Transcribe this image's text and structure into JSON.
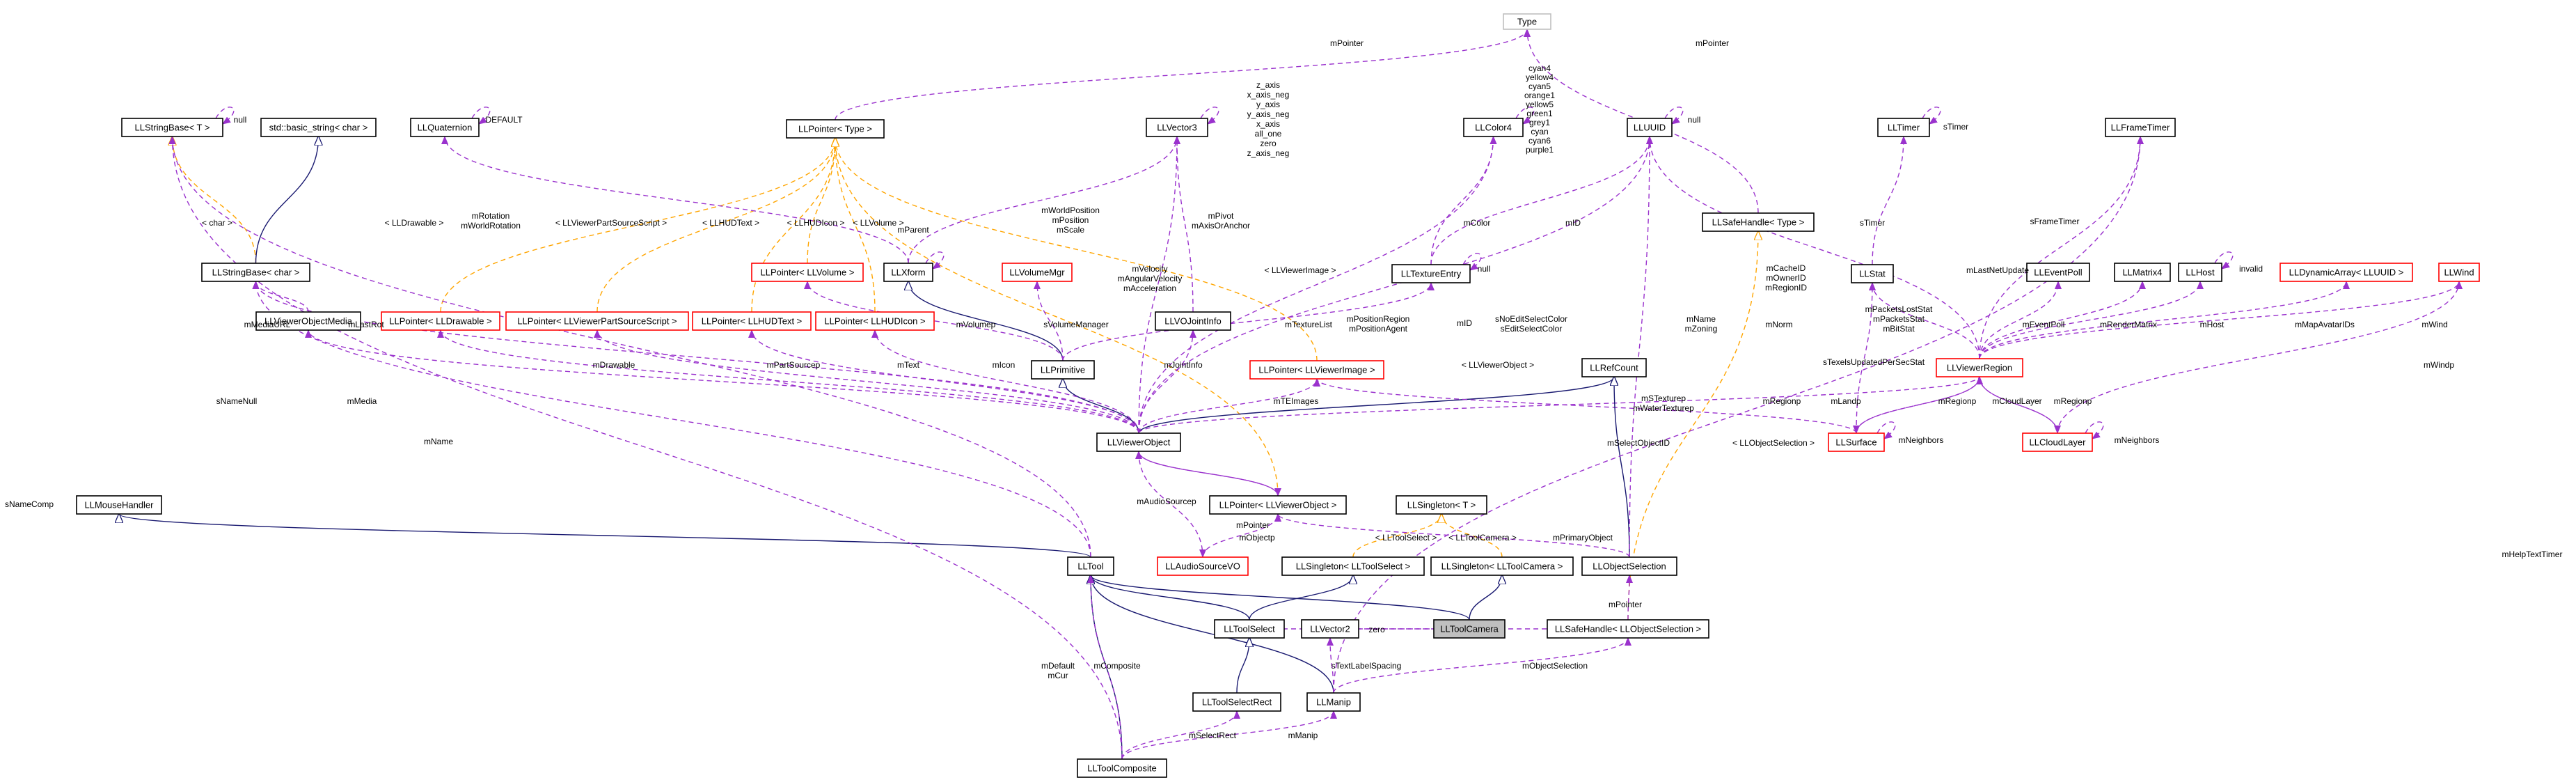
{
  "colors": {
    "usage": "#9a32cd",
    "inherit": "#191970",
    "template": "#ffa500",
    "node_border": "#000000",
    "node_border_red": "#ff0000",
    "focus_fill": "#bfbfbf",
    "node_fill": "#ffffff"
  },
  "nodes": [
    {
      "id": "Type",
      "label": "Type",
      "border": "gray"
    },
    {
      "id": "LLStringBaseT",
      "label": "LLStringBase< T >",
      "border": "black"
    },
    {
      "id": "basic_string",
      "label": "std::basic_string< char >",
      "border": "black"
    },
    {
      "id": "LLQuaternion",
      "label": "LLQuaternion",
      "border": "black"
    },
    {
      "id": "LLPointerType",
      "label": "LLPointer< Type >",
      "border": "black"
    },
    {
      "id": "LLVector3",
      "label": "LLVector3",
      "border": "black"
    },
    {
      "id": "LLColor4",
      "label": "LLColor4",
      "border": "black"
    },
    {
      "id": "LLUUID",
      "label": "LLUUID",
      "border": "black"
    },
    {
      "id": "LLTimer",
      "label": "LLTimer",
      "border": "black"
    },
    {
      "id": "LLFrameTimer",
      "label": "LLFrameTimer",
      "border": "black"
    },
    {
      "id": "LLSafeHandleType",
      "label": "LLSafeHandle< Type >",
      "border": "black"
    },
    {
      "id": "LLStringBaseChar",
      "label": "LLStringBase< char >",
      "border": "black"
    },
    {
      "id": "LLPointerLLVolume",
      "label": "LLPointer< LLVolume >",
      "border": "red"
    },
    {
      "id": "LLXform",
      "label": "LLXform",
      "border": "black"
    },
    {
      "id": "LLVolumeMgr",
      "label": "LLVolumeMgr",
      "border": "red"
    },
    {
      "id": "LLTextureEntry",
      "label": "LLTextureEntry",
      "border": "black"
    },
    {
      "id": "LLStat",
      "label": "LLStat",
      "border": "black"
    },
    {
      "id": "LLEventPoll",
      "label": "LLEventPoll",
      "border": "black"
    },
    {
      "id": "LLMatrix4",
      "label": "LLMatrix4",
      "border": "black"
    },
    {
      "id": "LLHost",
      "label": "LLHost",
      "border": "black"
    },
    {
      "id": "LLDynamicArray",
      "label": "LLDynamicArray< LLUUID >",
      "border": "red"
    },
    {
      "id": "LLWind",
      "label": "LLWind",
      "border": "red"
    },
    {
      "id": "LLPointerLLDrawable",
      "label": "LLPointer< LLDrawable >",
      "border": "red"
    },
    {
      "id": "LLPointerPartSource",
      "label": "LLPointer< LLViewerPartSourceScript >",
      "border": "red"
    },
    {
      "id": "LLPointerHUDText",
      "label": "LLPointer< LLHUDText >",
      "border": "red"
    },
    {
      "id": "LLPointerHUDIcon",
      "label": "LLPointer< LLHUDIcon >",
      "border": "red"
    },
    {
      "id": "LLVOJointInfo",
      "label": "LLVOJointInfo",
      "border": "black"
    },
    {
      "id": "LLViewerObjectMedia",
      "label": "LLViewerObjectMedia",
      "border": "black"
    },
    {
      "id": "LLPrimitive",
      "label": "LLPrimitive",
      "border": "black"
    },
    {
      "id": "LLPointerViewerImage",
      "label": "LLPointer< LLViewerImage >",
      "border": "red"
    },
    {
      "id": "LLRefCount",
      "label": "LLRefCount",
      "border": "black"
    },
    {
      "id": "LLViewerRegion",
      "label": "LLViewerRegion",
      "border": "red"
    },
    {
      "id": "LLSurface",
      "label": "LLSurface",
      "border": "red"
    },
    {
      "id": "LLCloudLayer",
      "label": "LLCloudLayer",
      "border": "red"
    },
    {
      "id": "LLViewerObject",
      "label": "LLViewerObject",
      "border": "black"
    },
    {
      "id": "LLMouseHandler",
      "label": "LLMouseHandler",
      "border": "black"
    },
    {
      "id": "LLPointerViewerObject",
      "label": "LLPointer< LLViewerObject >",
      "border": "black"
    },
    {
      "id": "LLSingletonT",
      "label": "LLSingleton< T >",
      "border": "black"
    },
    {
      "id": "LLTool",
      "label": "LLTool",
      "border": "black"
    },
    {
      "id": "LLAudioSourceVO",
      "label": "LLAudioSourceVO",
      "border": "red"
    },
    {
      "id": "LLSingletonToolSelect",
      "label": "LLSingleton< LLToolSelect >",
      "border": "black"
    },
    {
      "id": "LLSingletonToolCamera",
      "label": "LLSingleton< LLToolCamera >",
      "border": "black"
    },
    {
      "id": "LLObjectSelection",
      "label": "LLObjectSelection",
      "border": "black"
    },
    {
      "id": "LLToolSelect",
      "label": "LLToolSelect",
      "border": "black"
    },
    {
      "id": "LLVector2",
      "label": "LLVector2",
      "border": "black"
    },
    {
      "id": "LLToolCamera",
      "label": "LLToolCamera",
      "border": "black",
      "focus": true
    },
    {
      "id": "LLSafeHandleObjSel",
      "label": "LLSafeHandle< LLObjectSelection >",
      "border": "black"
    },
    {
      "id": "LLToolSelectRect",
      "label": "LLToolSelectRect",
      "border": "black"
    },
    {
      "id": "LLManip",
      "label": "LLManip",
      "border": "black"
    },
    {
      "id": "LLToolComposite",
      "label": "LLToolComposite",
      "border": "black"
    }
  ],
  "labels": [
    "mPointer",
    "null",
    "DEFAULT",
    "z_axis",
    "x_axis_neg",
    "y_axis",
    "y_axis_neg",
    "x_axis",
    "all_one",
    "zero",
    "z_axis_neg",
    "cyan4",
    "yellow4",
    "cyan5",
    "orange1",
    "yellow5",
    "green1",
    "grey1",
    "cyan",
    "cyan6",
    "purple1",
    "sTimer",
    "< char >",
    "< LLDrawable >",
    "< LLViewerPartSourceScript >",
    "< LLHUDText >",
    "< LLHUDIcon >",
    "< LLVolume >",
    "mRotation",
    "mWorldRotation",
    "mWorldPosition",
    "mPosition",
    "mScale",
    "mPivot",
    "mAxisOrAnchor",
    "mColor",
    "mID",
    "mParent",
    "mVelocity",
    "mAngularVelocity",
    "mAcceleration",
    "< LLViewerImage >",
    "mCacheID",
    "mOwnerID",
    "mRegionID",
    "sFrameTimer",
    "mLastNetUpdate",
    "invalid",
    "mPacketsLostStat",
    "mPacketsStat",
    "mBitStat",
    "mEventPoll",
    "mRenderMatrix",
    "mHost",
    "mMapAvatarIDs",
    "mWind",
    "mWindp",
    "mMediaURL",
    "mLastRot",
    "sVolumeManager",
    "mVolumep",
    "mTextureList",
    "mPositionRegion",
    "mPositionAgent",
    "sNoEditSelectColor",
    "sEditSelectColor",
    "mName",
    "mZoning",
    "mNorm",
    "sTexelsUpdatedPerSecStat",
    "mDrawable",
    "mPartSourcep",
    "mText",
    "mIcon",
    "mJointInfo",
    "mTEImages",
    "< LLViewerObject >",
    "mSTexturep",
    "mWaterTexturep",
    "mRegionp",
    "mLandp",
    "mCloudLayer",
    "mNeighbors",
    "sNameNull",
    "mMedia",
    "mSelectObjectID",
    "< LLObjectSelection >",
    "mAudioSourcep",
    "mObjectp",
    "< LLToolSelect >",
    "< LLToolCamera >",
    "mPrimaryObject",
    "sNameComp",
    "mHelpTextTimer",
    "mDefault",
    "mCur",
    "mComposite",
    "sTextLabelSpacing",
    "mObjectSelection",
    "mSelectRect",
    "mManip"
  ]
}
